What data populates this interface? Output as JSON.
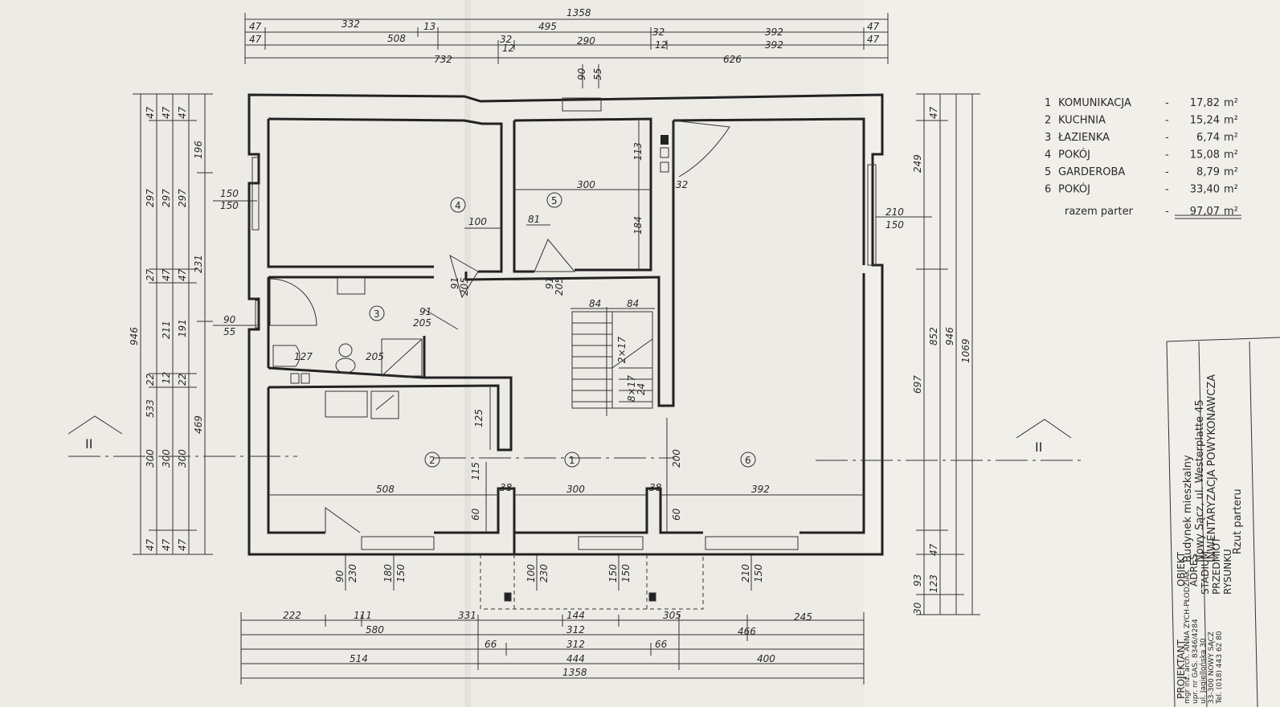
{
  "dims_top": {
    "r1": [
      "1358"
    ],
    "r2": [
      "47",
      "332",
      "13",
      "495",
      "392",
      "47"
    ],
    "r3": [
      "47",
      "508",
      "32",
      "290",
      "32",
      "392",
      "47"
    ],
    "r3b": [
      "12",
      "12"
    ],
    "r4": [
      "732",
      "626"
    ],
    "chimney": [
      "90",
      "55"
    ]
  },
  "dims_left": {
    "total": "946",
    "c2": [
      "47",
      "297",
      "27",
      "533",
      "22",
      "300",
      "47"
    ],
    "c3": [
      "47",
      "297",
      "47",
      "211",
      "12",
      "300",
      "47"
    ],
    "c4": [
      "47",
      "297",
      "47",
      "191",
      "22",
      "300",
      "47"
    ],
    "c5": [
      "196",
      "231",
      "469"
    ],
    "win1": [
      "150",
      "150"
    ],
    "win2": [
      "90",
      "55"
    ]
  },
  "dims_right": {
    "c1": [
      "47",
      "249",
      "697",
      "93",
      "30"
    ],
    "c2": [
      "852",
      "47",
      "123"
    ],
    "c3": [
      "946"
    ],
    "c4": [
      "1069"
    ],
    "win": [
      "210",
      "150"
    ]
  },
  "dims_bottom": {
    "r1": [
      "222",
      "111",
      "331",
      "144",
      "305",
      "245"
    ],
    "r2": [
      "580",
      "312",
      "466"
    ],
    "r3": [
      "66",
      "312",
      "66"
    ],
    "r4": [
      "514",
      "444",
      "400"
    ],
    "r5": [
      "1358"
    ],
    "windows": [
      "90",
      "230",
      "180",
      "150",
      "100",
      "230",
      "150",
      "150",
      "210",
      "150"
    ]
  },
  "dims_inside": {
    "room5": [
      "300",
      "113",
      "184",
      "32"
    ],
    "doors": [
      "100",
      "81",
      "91",
      "205",
      "91",
      "205"
    ],
    "bath": [
      "91",
      "205",
      "127",
      "205"
    ],
    "stair": [
      "84",
      "84",
      "2×17",
      "8×17",
      "24"
    ],
    "kitchen": [
      "125",
      "115",
      "60",
      "60",
      "200"
    ],
    "row": [
      "508",
      "38",
      "300",
      "38",
      "392"
    ]
  },
  "room_markers": [
    "1",
    "2",
    "3",
    "4",
    "5",
    "6"
  ],
  "section_marks": [
    "II",
    "II"
  ],
  "legend": {
    "rows": [
      {
        "no": "1",
        "name": "KOMUNIKACJA",
        "dash": "-",
        "area": "17,82",
        "unit": "m²"
      },
      {
        "no": "2",
        "name": "KUCHNIA",
        "dash": "-",
        "area": "15,24",
        "unit": "m²"
      },
      {
        "no": "3",
        "name": "ŁAZIENKA",
        "dash": "-",
        "area": "6,74",
        "unit": "m²"
      },
      {
        "no": "4",
        "name": "POKÓJ",
        "dash": "-",
        "area": "15,08",
        "unit": "m²"
      },
      {
        "no": "5",
        "name": "GARDEROBA",
        "dash": "-",
        "area": "8,79",
        "unit": "m²"
      },
      {
        "no": "6",
        "name": "POKÓJ",
        "dash": "-",
        "area": "33,40",
        "unit": "m²"
      }
    ],
    "total_label": "razem parter",
    "total_dash": "-",
    "total_area": "97,07",
    "total_unit": "m²"
  },
  "title_block": {
    "label_object": "OBIEKT",
    "label_address": "ADRES",
    "label_stadium": "STADIUM",
    "label_subject": "PRZEDMIOT",
    "label_drawing": "RYSUNKU",
    "label_designer": "PROJEKTANT",
    "object": "Budynek mieszkalny",
    "address": "Nowy Sącz, ul. Westerplatte 45",
    "stadium": "INWENTARYZACJA POWYKONAWCZA",
    "subject": "Rzut parteru",
    "designer": [
      "mgr inż. arch. ANNA ZYCH-PŁODZIAK",
      "upr. nr GAS. 8346/4284",
      "ul. Jagiellońska 30",
      "33-300 NOWY SĄCZ",
      "Tel. (018) 443 62 80"
    ]
  }
}
